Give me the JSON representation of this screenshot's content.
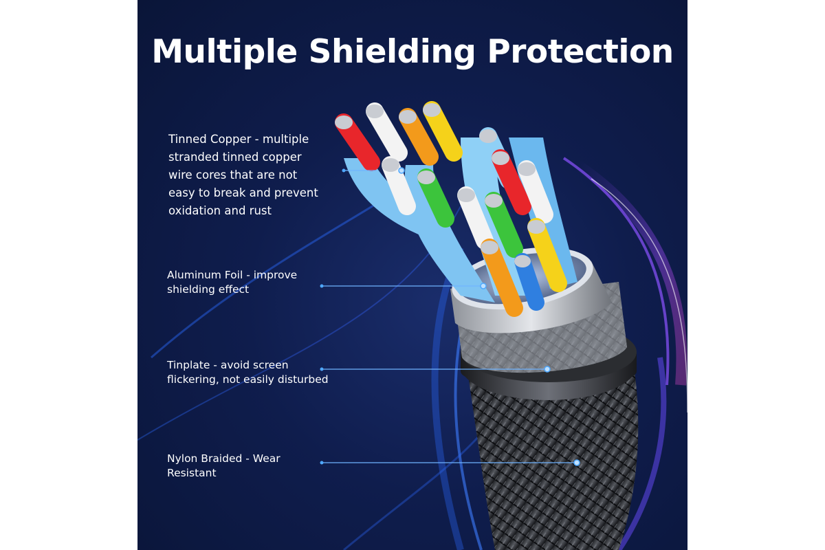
{
  "title": "Multiple Shielding Protection",
  "callouts": [
    {
      "id": "tinned-copper",
      "text": "Tinned Copper - multiple stranded tinned copper wire cores that are not easy to break and prevent oxidation and rust",
      "lines": [
        "Tinned Copper - multiple",
        "stranded tinned copper",
        "wire cores that are not",
        "easy to break and prevent",
        "oxidation and rust"
      ]
    },
    {
      "id": "aluminum-foil",
      "text": "Aluminum Foil - improve shielding effect",
      "lines": [
        "Aluminum Foil - improve",
        "shielding effect"
      ]
    },
    {
      "id": "tinplate",
      "text": "Tinplate - avoid screen flickering, not easily disturbed",
      "lines": [
        "Tinplate - avoid screen",
        "flickering, not easily disturbed"
      ]
    },
    {
      "id": "nylon-braided",
      "text": "Nylon Braided - Wear Resistant",
      "lines": [
        "Nylon Braided - Wear",
        "Resistant"
      ]
    }
  ],
  "colors": {
    "background": "#0f1d4d",
    "pointer": "#4ea8ff",
    "wire_colors": [
      "#e8262b",
      "#f3f3f3",
      "#f39a1b",
      "#f5d21a",
      "#3cc43c",
      "#2f7fe0"
    ]
  }
}
